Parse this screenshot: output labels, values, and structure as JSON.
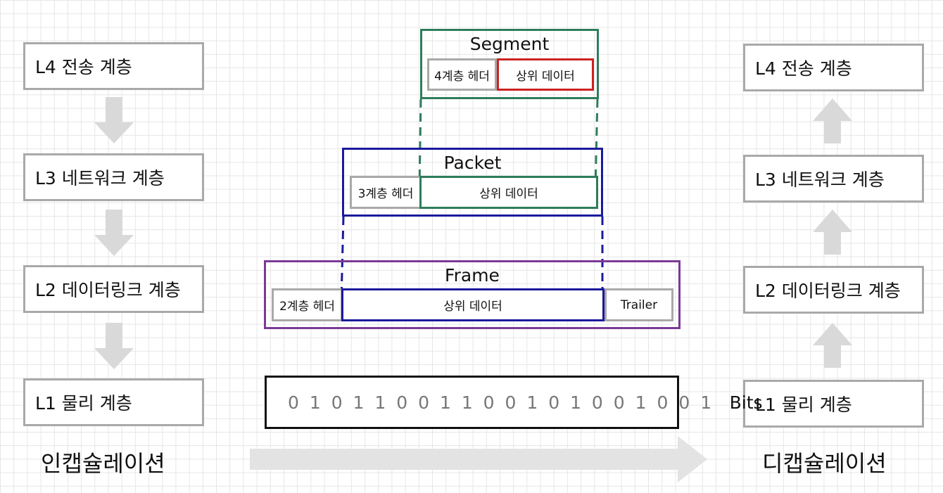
{
  "encapsulation": {
    "title": "인캡슐레이션",
    "layers": [
      "L4 전송 계층",
      "L3 네트워크 계층",
      "L2 데이터링크 계층",
      "L1 물리 계층"
    ]
  },
  "decapsulation": {
    "title": "디캡슐레이션",
    "layers": [
      "L4 전송 계층",
      "L3 네트워크 계층",
      "L2 데이터링크 계층",
      "L1 물리 계층"
    ]
  },
  "segment": {
    "label": "Segment",
    "header": "4계층 헤더",
    "data": "상위 데이터",
    "border_color": "#2e7d5b",
    "data_border_color": "#cc2222"
  },
  "packet": {
    "label": "Packet",
    "header": "3계층 헤더",
    "data": "상위 데이터",
    "border_color": "#1a1a9c",
    "data_border_color": "#2e7d5b"
  },
  "frame": {
    "label": "Frame",
    "header": "2계층 헤더",
    "data": "상위 데이터",
    "trailer": "Trailer",
    "border_color": "#7b3a96",
    "data_border_color": "#1a1a9c"
  },
  "bits": {
    "digits": "0 1 0 1 1 0 0 1 1 0 0 1 0 1 0 0 1 0 0 1",
    "label": "Bits"
  },
  "colors": {
    "layer_border": "#a9a9a9",
    "arrow": "#d9d9d9"
  }
}
